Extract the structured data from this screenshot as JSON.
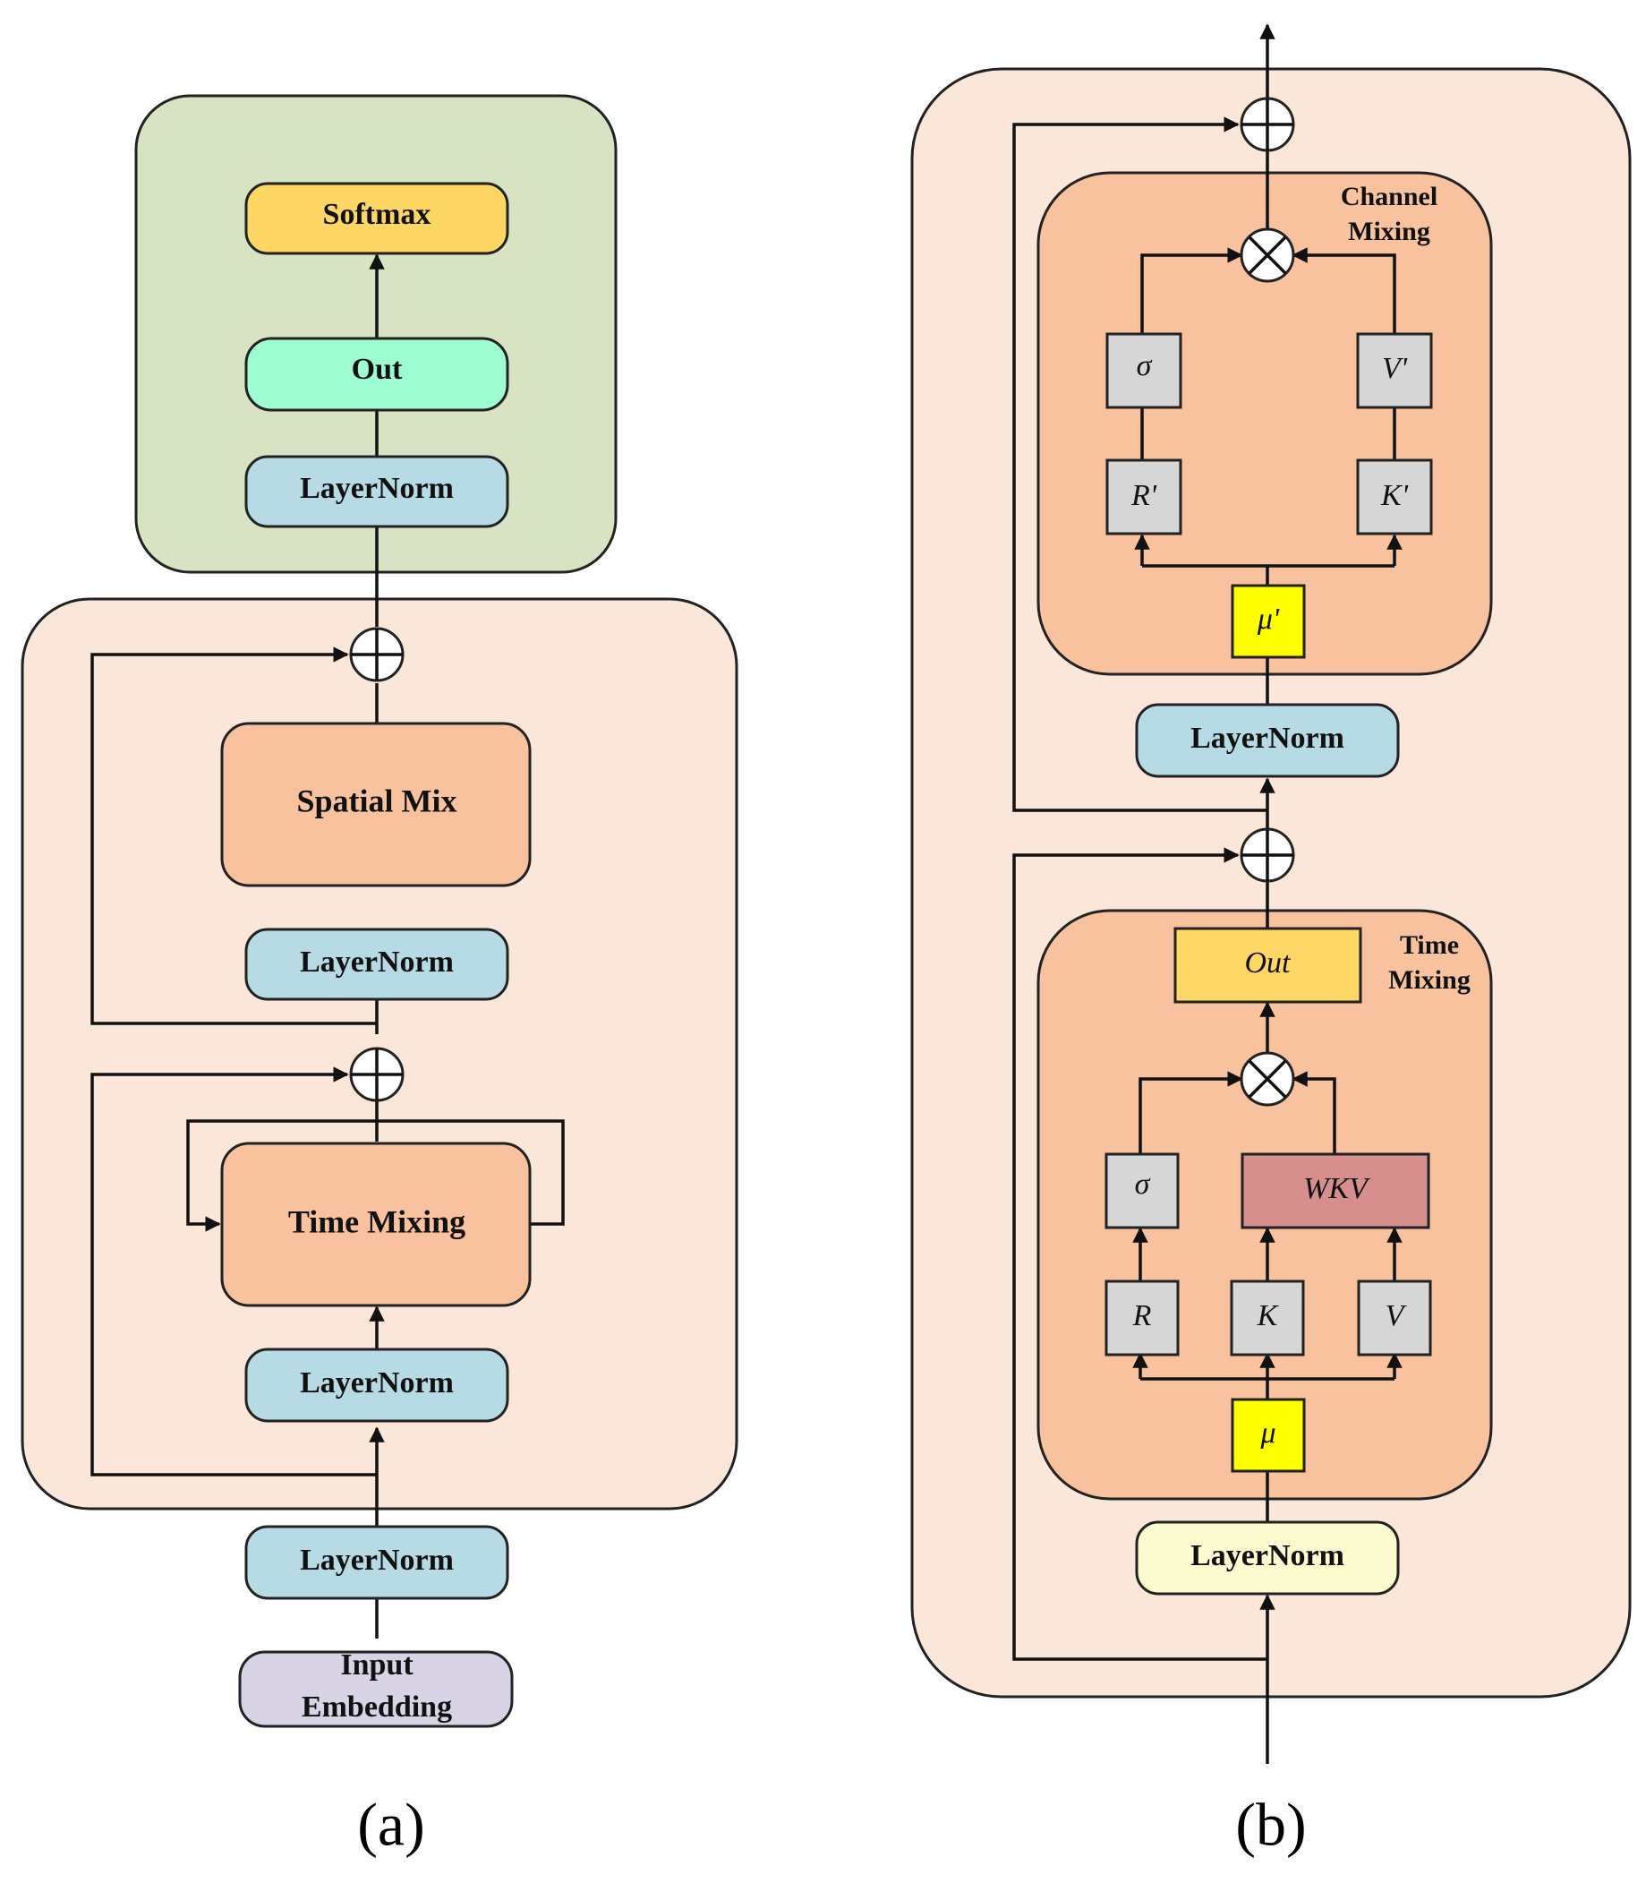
{
  "panel_a": {
    "caption": "(a)",
    "head": {
      "softmax": "Softmax",
      "out": "Out",
      "layernorm": "LayerNorm"
    },
    "block": {
      "spatial_mix": "Spatial Mix",
      "layernorm_spatial": "LayerNorm",
      "time_mixing": "Time Mixing",
      "layernorm_time": "LayerNorm"
    },
    "layernorm_input": "LayerNorm",
    "input_embedding_line1": "Input",
    "input_embedding_line2": "Embedding"
  },
  "panel_b": {
    "caption": "(b)",
    "channel_mixing": {
      "title_line1": "Channel",
      "title_line2": "Mixing",
      "sigma": "σ",
      "v_prime": "V'",
      "r_prime": "R'",
      "k_prime": "K'",
      "mu_prime": "μ'"
    },
    "layernorm_channel": "LayerNorm",
    "time_mixing": {
      "title_line1": "Time",
      "title_line2": "Mixing",
      "out": "Out",
      "sigma": "σ",
      "wkv": "WKV",
      "r": "R",
      "k": "K",
      "v": "V",
      "mu": "μ"
    },
    "layernorm_time": "LayerNorm"
  },
  "colors": {
    "block_background": "#fbe7da",
    "head_background": "#d7e3c2",
    "mixing_background": "#f7c29d",
    "layernorm_blue": "#b7dbe5",
    "layernorm_yellow": "#fdfbd0",
    "softmax": "#fdd664",
    "out_green": "#9dfcd0",
    "input_embedding": "#d9d3e6",
    "op_gray": "#d6d6d6",
    "mu_yellow": "#ffff00",
    "wkv_red": "#d78f8e",
    "out_orange": "#fed766"
  }
}
